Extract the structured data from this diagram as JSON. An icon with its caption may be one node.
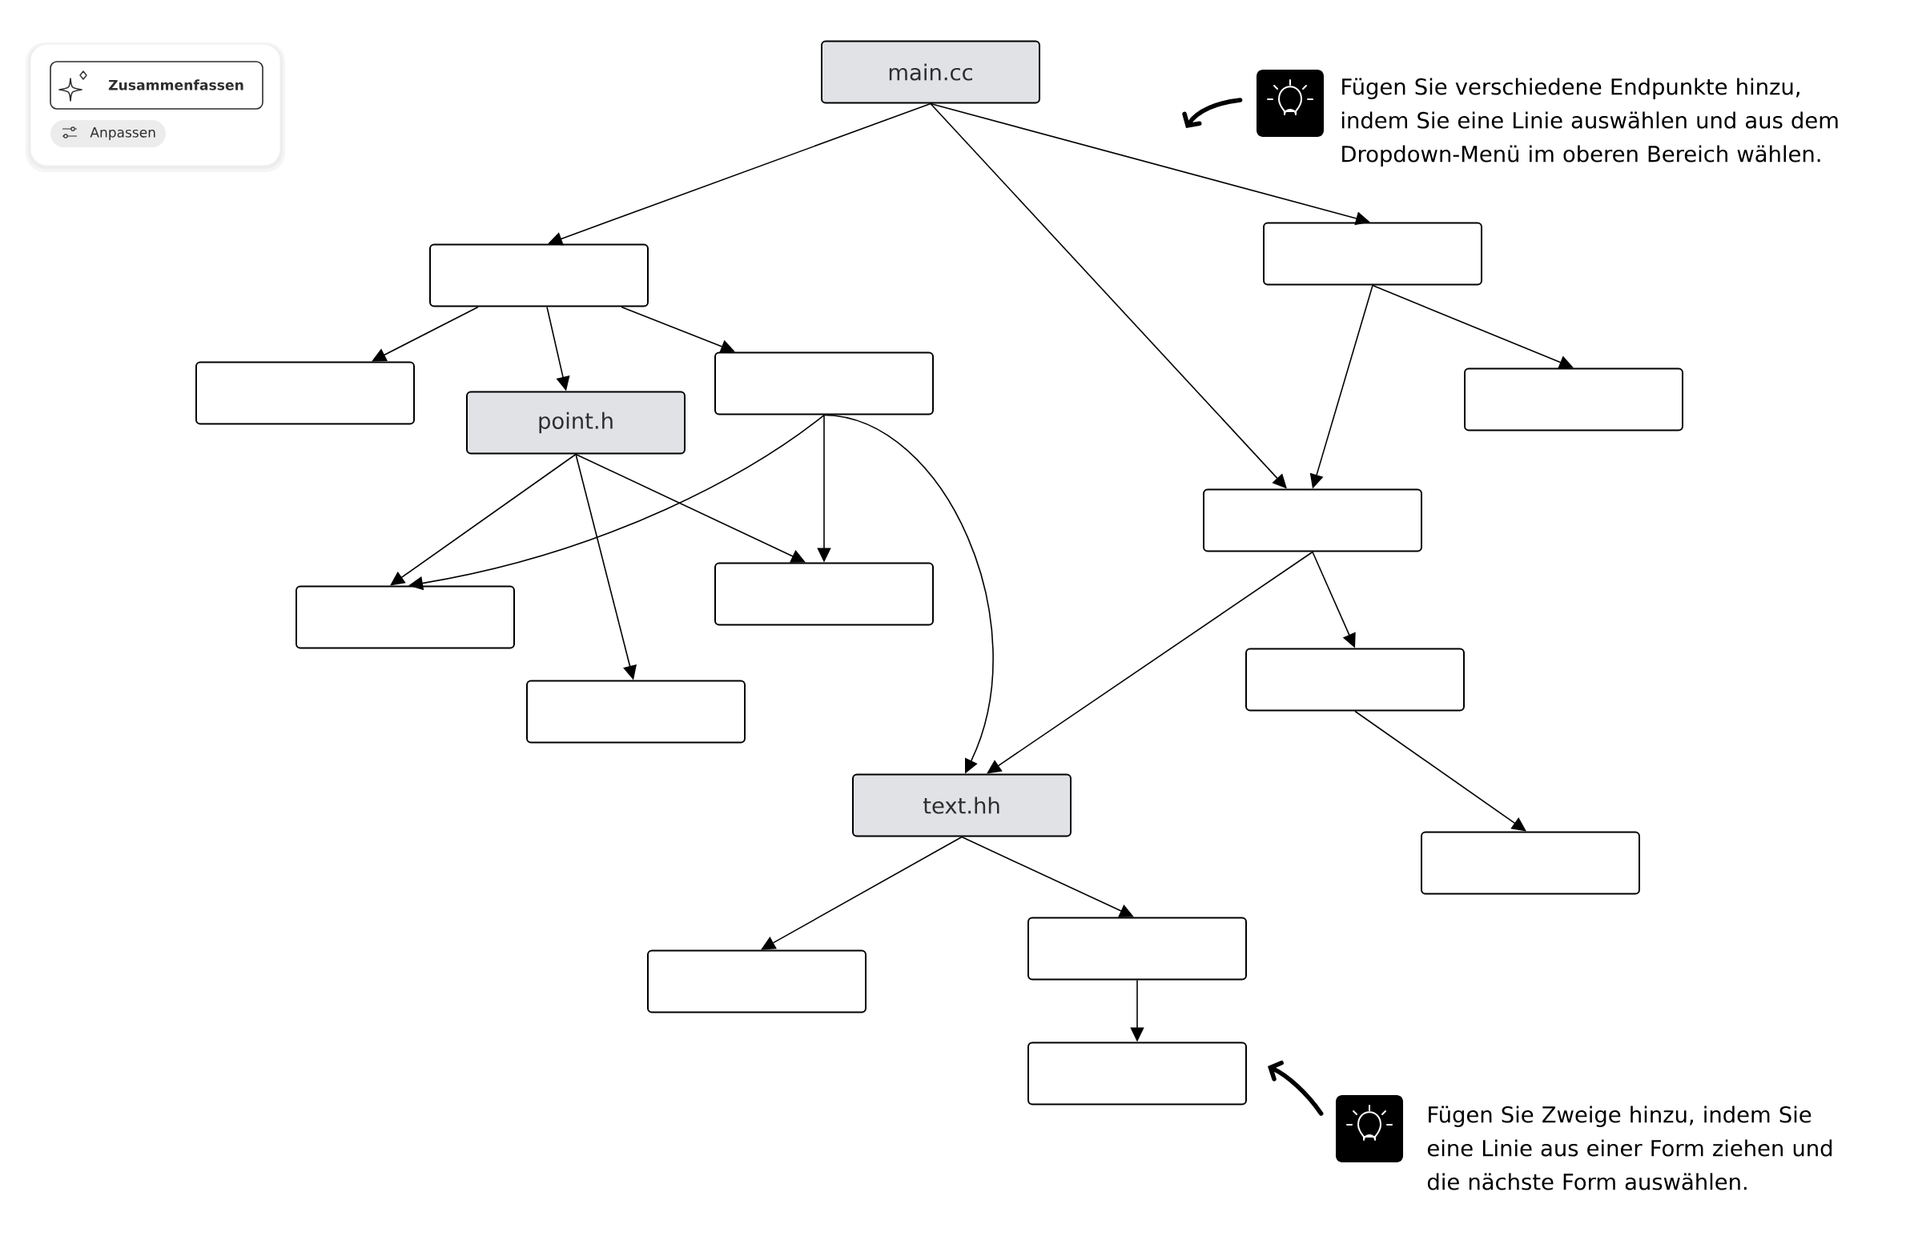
{
  "diagram": {
    "nodes": [
      {
        "text": [
          "main.cc"
        ]
      },
      {
        "text": [],
        "shape": "picture",
        "beside": [
          "Fügen Sie verschiedene Endpunkte hinzu, indem Sie eine Linie auswählen und aus dem Dropdown-Menü im oberen Bereich wählen."
        ]
      },
      {
        "text": [],
        "shape": "box"
      },
      {
        "text": [],
        "shape": "box"
      },
      {
        "text": [],
        "shape": "box"
      },
      {
        "text": [],
        "shape": "box"
      },
      {
        "text": [],
        "shape": "box"
      },
      {
        "text": [
          "point.h"
        ]
      },
      {
        "text": [],
        "shape": "box"
      },
      {
        "text": [],
        "shape": "box"
      },
      {
        "text": [],
        "shape": "box"
      },
      {
        "text": [],
        "shape": "box"
      },
      {
        "text": [],
        "shape": "box"
      },
      {
        "text": [
          "text.hh"
        ]
      },
      {
        "text": [],
        "shape": "box"
      },
      {
        "text": [],
        "shape": "box"
      },
      {
        "text": [],
        "shape": "box"
      },
      {
        "text": [],
        "shape": "box"
      },
      {
        "text": [],
        "shape": "picture",
        "beside": [
          "Fügen Sie Zweige hinzu, indem Sie eine Linie aus einer Form ziehen und die nächste Form auswählen."
        ]
      }
    ],
    "edges": [
      {
        "from": 0,
        "to": 2,
        "arrow": "to"
      },
      {
        "from": 0,
        "to": 8,
        "arrow": "to"
      },
      {
        "from": 0,
        "to": 3,
        "arrow": "to"
      },
      {
        "from": 2,
        "to": 4,
        "arrow": "to"
      },
      {
        "from": 2,
        "to": 7,
        "arrow": "to"
      },
      {
        "from": 2,
        "to": 5,
        "arrow": "to"
      },
      {
        "from": 7,
        "to": 9,
        "arrow": "to"
      },
      {
        "from": 7,
        "to": 12,
        "arrow": "to"
      },
      {
        "from": 7,
        "to": 10,
        "arrow": "to"
      },
      {
        "from": 5,
        "to": 9,
        "arrow": "to"
      },
      {
        "from": 5,
        "to": 10,
        "arrow": "to"
      },
      {
        "from": 5,
        "to": 13,
        "arrow": "to"
      },
      {
        "from": 3,
        "to": 8,
        "arrow": "to"
      },
      {
        "from": 3,
        "to": 6,
        "arrow": "to"
      },
      {
        "from": 8,
        "to": 13,
        "arrow": "to"
      },
      {
        "from": 8,
        "to": 11,
        "arrow": "to"
      },
      {
        "from": 11,
        "to": 14,
        "arrow": "to"
      },
      {
        "from": 13,
        "to": 16,
        "arrow": "to"
      },
      {
        "from": 13,
        "to": 15,
        "arrow": "to"
      },
      {
        "from": 15,
        "to": 17,
        "arrow": "to"
      },
      {
        "from": 1,
        "to": null,
        "arrow": "to",
        "style": "thick"
      },
      {
        "from": 18,
        "to": null,
        "arrow": "to",
        "style": "thick"
      }
    ],
    "labels": [
      "Zusammenfassen",
      "Anpassen"
    ]
  }
}
